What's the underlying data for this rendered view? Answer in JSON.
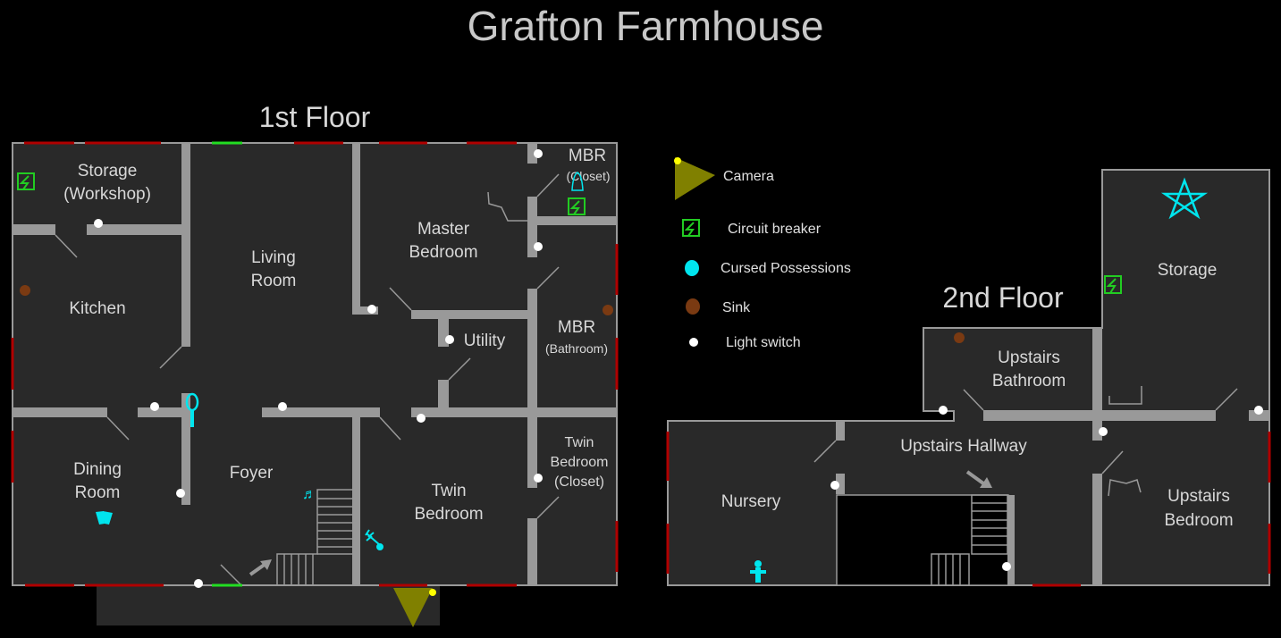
{
  "title": "Grafton Farmhouse",
  "floors": {
    "first": {
      "label": "1st Floor",
      "rooms": {
        "storage_1": "Storage",
        "storage_2": "(Workshop)",
        "living_1": "Living",
        "living_2": "Room",
        "kitchen": "Kitchen",
        "master_1": "Master",
        "master_2": "Bedroom",
        "mbr_closet_1": "MBR",
        "mbr_closet_2": "(Closet)",
        "mbr_bath_1": "MBR",
        "mbr_bath_2": "(Bathroom)",
        "utility": "Utility",
        "dining_1": "Dining",
        "dining_2": "Room",
        "foyer": "Foyer",
        "twin_1": "Twin",
        "twin_2": "Bedroom",
        "twin_closet_1": "Twin",
        "twin_closet_2": "Bedroom",
        "twin_closet_3": "(Closet)"
      }
    },
    "second": {
      "label": "2nd Floor",
      "rooms": {
        "storage": "Storage",
        "bath_1": "Upstairs",
        "bath_2": "Bathroom",
        "hallway": "Upstairs Hallway",
        "nursery": "Nursery",
        "bedroom_1": "Upstairs",
        "bedroom_2": "Bedroom"
      }
    }
  },
  "legend": {
    "camera": "Camera",
    "breaker": "Circuit breaker",
    "cursed": "Cursed Possessions",
    "sink": "Sink",
    "switch": "Light switch"
  },
  "colors": {
    "camera": "#808000",
    "breaker": "#22cc22",
    "cursed": "#00e5ee",
    "sink": "#7a3a12",
    "switch": "#ffffff",
    "window": "#b00000",
    "door_exit": "#22dd22"
  }
}
